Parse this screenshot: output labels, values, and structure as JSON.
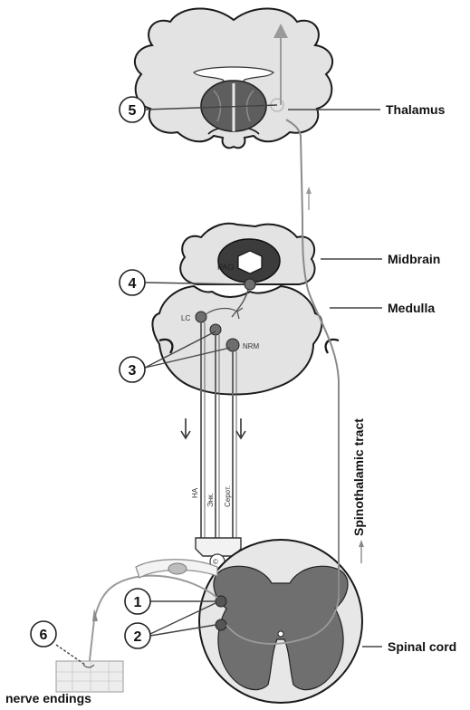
{
  "labels": {
    "thalamus": "Thalamus",
    "midbrain": "Midbrain",
    "medulla": "Medulla",
    "spinal_cord": "Spinal cord",
    "spinothalamic_tract": "Spinothalamic tract",
    "nerve_endings": "nerve endings"
  },
  "small_labels": {
    "pag": "PAG",
    "lc": "LC",
    "nrm": "NRM",
    "na": "НА",
    "enk": "Энк.",
    "serot": "Серот."
  },
  "markers": {
    "m1": "1",
    "m2": "2",
    "m3": "3",
    "m4": "4",
    "m5": "5",
    "m6": "6",
    "synapse": "©"
  },
  "colors": {
    "outline": "#1a1a1a",
    "tissue": "#e3e3e3",
    "gray_matter": "#6f6f6f",
    "thalamus_core": "#5e5e5e",
    "pathway": "#8a8a8a"
  }
}
